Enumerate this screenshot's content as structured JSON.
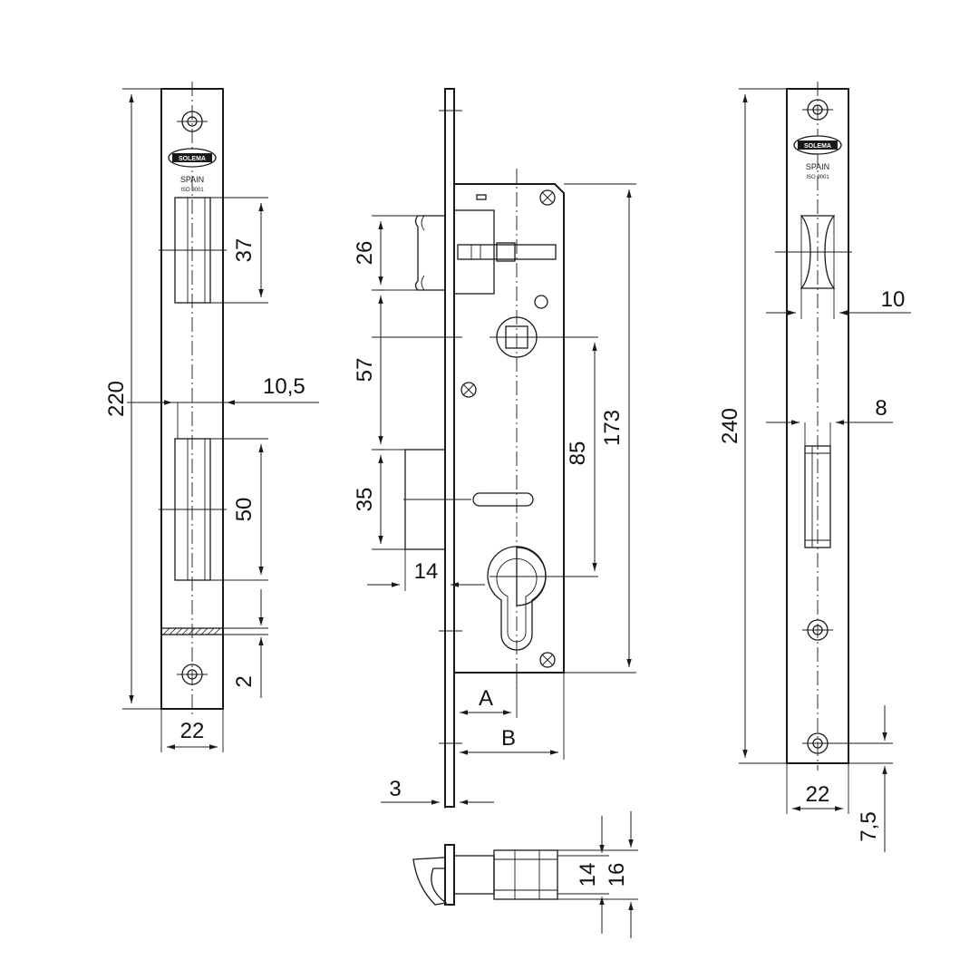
{
  "brand": {
    "logo_text": "SOLEMA",
    "origin": "SPAIN",
    "cert": "ISO 9001"
  },
  "dimensions": {
    "faceplate_length_left": "220",
    "faceplate_length_right": "240",
    "latch_height": "37",
    "bolt_height": "50",
    "faceplate_offset": "10,5",
    "bottom_gap": "2",
    "faceplate_width_left": "22",
    "faceplate_width_right": "22",
    "deadbolt_height": "26",
    "deadbolt_to_handle": "57",
    "latch_height_side": "35",
    "latch_throw": "14",
    "case_height": "173",
    "handle_to_cylinder": "85",
    "backset_a": "A",
    "case_depth_b": "B",
    "plate_thickness": "3",
    "right_slot_upper": "10",
    "right_slot_lower": "8",
    "right_hole_spacing": "7,5",
    "latch_body_inner": "14",
    "latch_body_outer": "16"
  }
}
